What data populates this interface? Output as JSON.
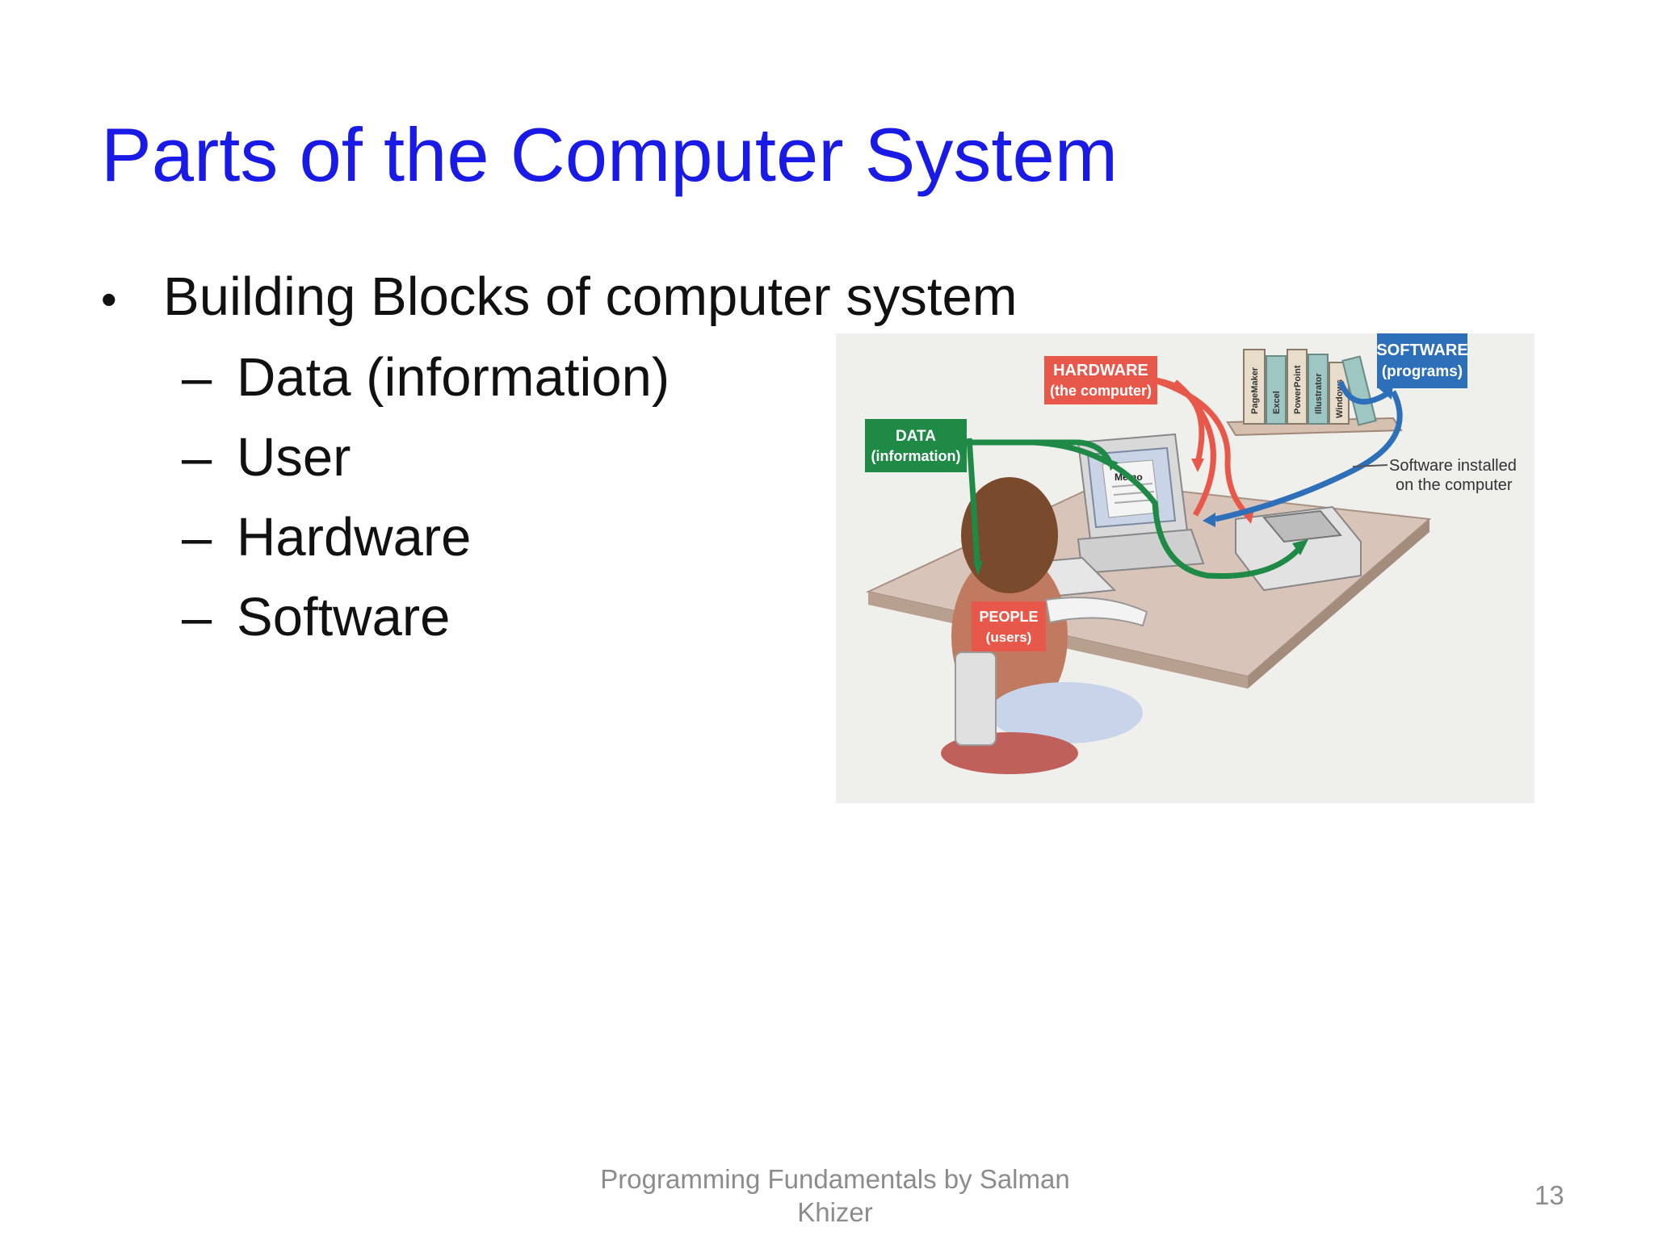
{
  "slide": {
    "title": "Parts of the Computer System",
    "bullet": "Building Blocks of computer system",
    "sub_bullets": [
      "Data (information)",
      "User",
      "Hardware",
      "Software"
    ],
    "bullet_mark": "•",
    "sub_mark": "–"
  },
  "figure": {
    "hardware_label_1": "HARDWARE",
    "hardware_label_2": "(the computer)",
    "software_label_1": "SOFTWARE",
    "software_label_2": "(programs)",
    "data_label_1": "DATA",
    "data_label_2": "(information)",
    "people_label_1": "PEOPLE",
    "people_label_2": "(users)",
    "installed_label_1": "Software installed",
    "installed_label_2": "on the computer",
    "memo_label": "Memo",
    "book_titles": [
      "PageMaker",
      "Excel",
      "PowerPoint",
      "Illustrator",
      "Windows"
    ],
    "colors": {
      "hardware": "#e8584a",
      "software": "#2d6fb8",
      "data": "#1e8a46",
      "people": "#e8584a"
    }
  },
  "footer": {
    "text_line1": "Programming Fundamentals by Salman",
    "text_line2": "Khizer",
    "page_number": "13"
  }
}
